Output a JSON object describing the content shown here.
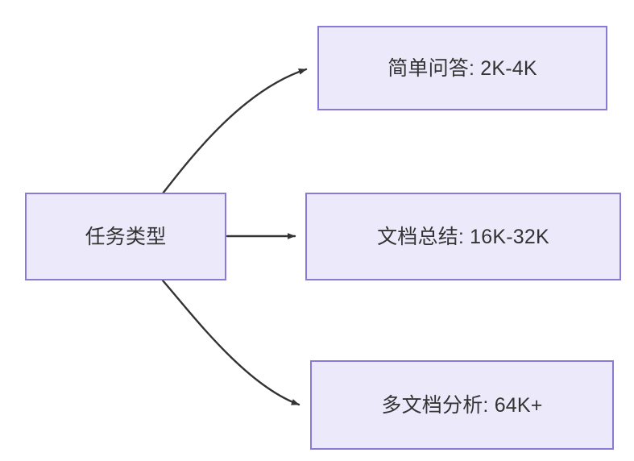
{
  "diagram": {
    "type": "flowchart",
    "direction": "left-to-right",
    "background_color": "#FFFFFF",
    "node_fill_color": "#ECEAFA",
    "node_border_color": "#8B79D6",
    "node_text_color": "#333333",
    "edge_color": "#333333",
    "nodes": [
      {
        "id": "source",
        "label": "任务类型"
      },
      {
        "id": "simple_qa",
        "label": "简单问答: 2K-4K"
      },
      {
        "id": "doc_summary",
        "label": "文档总结: 16K-32K"
      },
      {
        "id": "multi_doc",
        "label": "多文档分析: 64K+"
      }
    ],
    "edges": [
      {
        "from": "source",
        "to": "simple_qa",
        "label": "",
        "style": "curved",
        "arrow": "single"
      },
      {
        "from": "source",
        "to": "doc_summary",
        "label": "",
        "style": "straight",
        "arrow": "single"
      },
      {
        "from": "source",
        "to": "multi_doc",
        "label": "",
        "style": "curved",
        "arrow": "single"
      }
    ]
  }
}
